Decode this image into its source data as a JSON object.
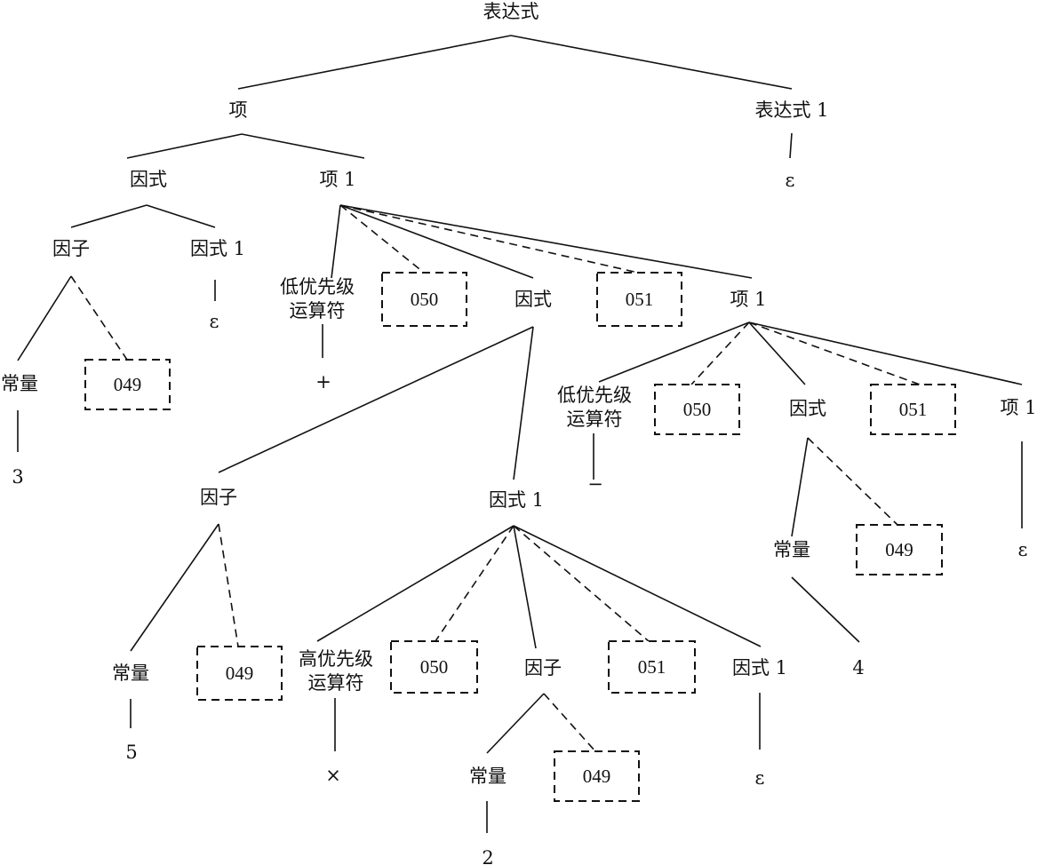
{
  "diagram": {
    "kind": "parse-tree",
    "nodes": [
      {
        "id": "n_expr",
        "label": "表达式"
      },
      {
        "id": "n_xiang",
        "label": "项"
      },
      {
        "id": "n_expr1",
        "label": "表达式 1"
      },
      {
        "id": "n_eps_expr1",
        "label": "ε"
      },
      {
        "id": "n_yinshi_a",
        "label": "因式"
      },
      {
        "id": "n_xiang1_a",
        "label": "项 1"
      },
      {
        "id": "n_yinzi_a",
        "label": "因子"
      },
      {
        "id": "n_yinshi1_a",
        "label": "因式 1"
      },
      {
        "id": "n_eps_a",
        "label": "ε"
      },
      {
        "id": "n_const_a",
        "label": "常量"
      },
      {
        "id": "n_box049_a",
        "label": "049",
        "boxed": true
      },
      {
        "id": "n_3",
        "label": "3"
      },
      {
        "id": "n_low_a",
        "label": "低优先级\n运算符"
      },
      {
        "id": "n_plus",
        "label": "+"
      },
      {
        "id": "n_box050_a",
        "label": "050",
        "boxed": true
      },
      {
        "id": "n_yinshi_b",
        "label": "因式"
      },
      {
        "id": "n_box051_a",
        "label": "051",
        "boxed": true
      },
      {
        "id": "n_xiang1_b",
        "label": "项 1"
      },
      {
        "id": "n_yinzi_b",
        "label": "因子"
      },
      {
        "id": "n_yinshi1_b",
        "label": "因式 1"
      },
      {
        "id": "n_const_b",
        "label": "常量"
      },
      {
        "id": "n_box049_b",
        "label": "049",
        "boxed": true
      },
      {
        "id": "n_5",
        "label": "5"
      },
      {
        "id": "n_high",
        "label": "高优先级\n运算符"
      },
      {
        "id": "n_times",
        "label": "×"
      },
      {
        "id": "n_box050_b",
        "label": "050",
        "boxed": true
      },
      {
        "id": "n_yinzi_c",
        "label": "因子"
      },
      {
        "id": "n_box051_b",
        "label": "051",
        "boxed": true
      },
      {
        "id": "n_yinshi1_c",
        "label": "因式 1"
      },
      {
        "id": "n_eps_c",
        "label": "ε"
      },
      {
        "id": "n_const_c",
        "label": "常量"
      },
      {
        "id": "n_box049_c",
        "label": "049",
        "boxed": true
      },
      {
        "id": "n_2",
        "label": "2"
      },
      {
        "id": "n_low_b",
        "label": "低优先级\n运算符"
      },
      {
        "id": "n_minus",
        "label": "−"
      },
      {
        "id": "n_box050_c",
        "label": "050",
        "boxed": true
      },
      {
        "id": "n_yinshi_c",
        "label": "因式"
      },
      {
        "id": "n_box051_c",
        "label": "051",
        "boxed": true
      },
      {
        "id": "n_xiang1_c",
        "label": "项 1"
      },
      {
        "id": "n_eps_d",
        "label": "ε"
      },
      {
        "id": "n_const_d",
        "label": "常量"
      },
      {
        "id": "n_box049_d",
        "label": "049",
        "boxed": true
      },
      {
        "id": "n_4",
        "label": "4"
      }
    ],
    "edges": [
      {
        "from": "n_expr",
        "to": "n_xiang",
        "style": "solid"
      },
      {
        "from": "n_expr",
        "to": "n_expr1",
        "style": "solid"
      },
      {
        "from": "n_expr1",
        "to": "n_eps_expr1",
        "style": "solid"
      },
      {
        "from": "n_xiang",
        "to": "n_yinshi_a",
        "style": "solid"
      },
      {
        "from": "n_xiang",
        "to": "n_xiang1_a",
        "style": "solid"
      },
      {
        "from": "n_yinshi_a",
        "to": "n_yinzi_a",
        "style": "solid"
      },
      {
        "from": "n_yinshi_a",
        "to": "n_yinshi1_a",
        "style": "solid"
      },
      {
        "from": "n_yinshi1_a",
        "to": "n_eps_a",
        "style": "solid"
      },
      {
        "from": "n_yinzi_a",
        "to": "n_const_a",
        "style": "solid"
      },
      {
        "from": "n_yinzi_a",
        "to": "n_box049_a",
        "style": "dashed"
      },
      {
        "from": "n_const_a",
        "to": "n_3",
        "style": "solid"
      },
      {
        "from": "n_xiang1_a",
        "to": "n_low_a",
        "style": "solid"
      },
      {
        "from": "n_xiang1_a",
        "to": "n_box050_a",
        "style": "dashed"
      },
      {
        "from": "n_xiang1_a",
        "to": "n_yinshi_b",
        "style": "solid"
      },
      {
        "from": "n_xiang1_a",
        "to": "n_box051_a",
        "style": "dashed"
      },
      {
        "from": "n_xiang1_a",
        "to": "n_xiang1_b",
        "style": "solid"
      },
      {
        "from": "n_low_a",
        "to": "n_plus",
        "style": "solid"
      },
      {
        "from": "n_yinshi_b",
        "to": "n_yinzi_b",
        "style": "solid"
      },
      {
        "from": "n_yinshi_b",
        "to": "n_yinshi1_b",
        "style": "solid"
      },
      {
        "from": "n_yinzi_b",
        "to": "n_const_b",
        "style": "solid"
      },
      {
        "from": "n_yinzi_b",
        "to": "n_box049_b",
        "style": "dashed"
      },
      {
        "from": "n_const_b",
        "to": "n_5",
        "style": "solid"
      },
      {
        "from": "n_yinshi1_b",
        "to": "n_high",
        "style": "solid"
      },
      {
        "from": "n_yinshi1_b",
        "to": "n_box050_b",
        "style": "dashed"
      },
      {
        "from": "n_yinshi1_b",
        "to": "n_yinzi_c",
        "style": "solid"
      },
      {
        "from": "n_yinshi1_b",
        "to": "n_box051_b",
        "style": "dashed"
      },
      {
        "from": "n_yinshi1_b",
        "to": "n_yinshi1_c",
        "style": "solid"
      },
      {
        "from": "n_high",
        "to": "n_times",
        "style": "solid"
      },
      {
        "from": "n_yinshi1_c",
        "to": "n_eps_c",
        "style": "solid"
      },
      {
        "from": "n_yinzi_c",
        "to": "n_const_c",
        "style": "solid"
      },
      {
        "from": "n_yinzi_c",
        "to": "n_box049_c",
        "style": "dashed"
      },
      {
        "from": "n_const_c",
        "to": "n_2",
        "style": "solid"
      },
      {
        "from": "n_xiang1_b",
        "to": "n_low_b",
        "style": "solid"
      },
      {
        "from": "n_xiang1_b",
        "to": "n_box050_c",
        "style": "dashed"
      },
      {
        "from": "n_xiang1_b",
        "to": "n_yinshi_c",
        "style": "solid"
      },
      {
        "from": "n_xiang1_b",
        "to": "n_box051_c",
        "style": "dashed"
      },
      {
        "from": "n_xiang1_b",
        "to": "n_xiang1_c",
        "style": "solid"
      },
      {
        "from": "n_low_b",
        "to": "n_minus",
        "style": "solid"
      },
      {
        "from": "n_xiang1_c",
        "to": "n_eps_d",
        "style": "solid"
      },
      {
        "from": "n_yinshi_c",
        "to": "n_const_d",
        "style": "solid"
      },
      {
        "from": "n_yinshi_c",
        "to": "n_box049_d",
        "style": "dashed"
      },
      {
        "from": "n_const_d",
        "to": "n_4",
        "style": "solid"
      }
    ]
  }
}
